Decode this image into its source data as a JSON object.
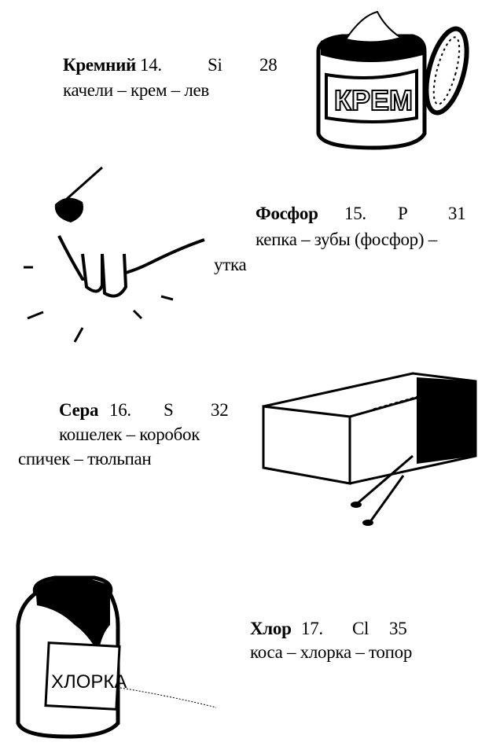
{
  "elements": [
    {
      "name": "Кремний",
      "number": "14.",
      "symbol": "Si",
      "mass": "28",
      "mnemonic_line1": "качели – крем – лев",
      "illustration": "cream-jar-icon",
      "label": "КРЕМ"
    },
    {
      "name": "Фосфор",
      "number": "15.",
      "symbol": "P",
      "mass": "31",
      "mnemonic_line1": "кепка – зубы (фосфор) –",
      "mnemonic_line2": "утка",
      "illustration": "rabbit-teeth-icon"
    },
    {
      "name": "Сера",
      "number": "16.",
      "symbol": "S",
      "mass": "32",
      "mnemonic_line1": "кошелек – коробок",
      "mnemonic_line2": "спичек – тюльпан",
      "illustration": "matchbox-icon"
    },
    {
      "name": "Хлор",
      "number": "17.",
      "symbol": "Cl",
      "mass": "35",
      "mnemonic_line1": "коса – хлорка – топор",
      "illustration": "bleach-bottle-icon",
      "label": "ХЛОРКА"
    }
  ]
}
